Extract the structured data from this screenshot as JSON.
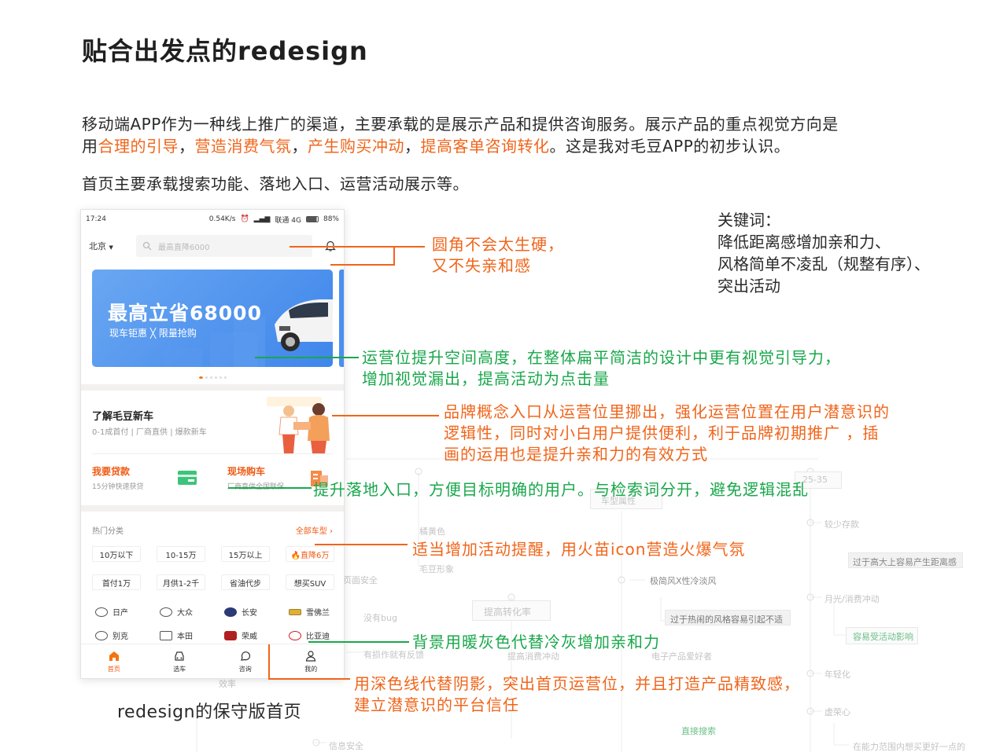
{
  "title": "贴合出发点的redesign",
  "intro": {
    "line1": "移动端APP作为一种线上推广的渠道，主要承载的是展示产品和提供咨询服务。展示产品的重点视觉方向是",
    "prefix": "用",
    "hl1": "合理的引导",
    "sep1": "，",
    "hl2": "营造消费气氛",
    "sep2": "，",
    "hl3": "产生购买冲动",
    "sep3": "，",
    "hl4": "提高客单咨询转化",
    "suffix": "。这是我对毛豆APP的初步认识。"
  },
  "intro2": "首页主要承载搜索功能、落地入口、运营活动展示等。",
  "keywords": {
    "label": "关键词：",
    "line1": "降低距离感增加亲和力、",
    "line2": "风格简单不凌乱（规整有序）、",
    "line3": "突出活动"
  },
  "phone": {
    "time": "17:24",
    "net_speed": "0.54K/s",
    "carrier": "联通 4G",
    "battery": "88%",
    "city": "北京",
    "search_placeholder": "最高直降6000",
    "banner_title": "最高立省68000",
    "banner_sub": "现车钜惠 ╳ 限量抢购",
    "brand_title": "了解毛豆新车",
    "brand_sub": "0-1成首付 | 厂商直供 | 爆款新车",
    "loan_title": "我要贷款",
    "loan_sub": "15分钟快速获贷",
    "buy_title": "现场购车",
    "buy_sub": "厂商直供全国联保",
    "cat_head": "热门分类",
    "cat_all": "全部车型 ›",
    "tags_row1": [
      "10万以下",
      "10-15万",
      "15万以上",
      "🔥直降6万"
    ],
    "tags_row2": [
      "首付1万",
      "月供1-2千",
      "省油代步",
      "想买SUV"
    ],
    "brands_row1": [
      "日产",
      "大众",
      "长安",
      "雪佛兰"
    ],
    "brands_row2": [
      "别克",
      "本田",
      "荣威",
      "比亚迪"
    ],
    "tabs": [
      "首页",
      "选车",
      "咨询",
      "我的"
    ]
  },
  "caption": "redesign的保守版首页",
  "notes": {
    "n1_l1": "圆角不会太生硬，",
    "n1_l2": "又不失亲和感",
    "n2_l1": "运营位提升空间高度，在整体扁平简洁的设计中更有视觉引导力，",
    "n2_l2": "增加视觉漏出，提高活动为点击量",
    "n3_l1": "品牌概念入口从运营位里挪出，强化运营位置在用户潜意识的",
    "n3_l2": "逻辑性，同时对小白用户提供便利，利于品牌初期推广 ，插",
    "n3_l3": "画的运用也是提升亲和力的有效方式",
    "n4": "提升落地入口，方便目标明确的用户。与检索词分开，避免逻辑混乱",
    "n5": "适当增加活动提醒，用火苗icon营造火爆气氛",
    "n6": "背景用暖灰色代替冷灰增加亲和力",
    "n7_l1": "用深色线代替阴影，突出首页运营位，并且打造产品精致感，",
    "n7_l2": "建立潜意识的平台信任"
  },
  "bg_map": [
    "橘黄色",
    "毛豆形象",
    "车型属性",
    "提高转化率",
    "极简风X性冷淡风",
    "过于热闹的风格容易引起不适",
    "较少存款",
    "过于高大上容易产生距离感",
    "月光/消费冲动",
    "容易受活动影响",
    "年轻化",
    "虚荣心",
    "在能力范围内想买更好一点的",
    "页面安全",
    "没有bug",
    "有损作就有反馈",
    "提高消费冲动",
    "电子产品爱好者",
    "直接搜索",
    "信息安全",
    "25-35",
    "效率"
  ],
  "colors": {
    "accent": "#f0651b",
    "green": "#19a74b",
    "banner": "#4b8ef0"
  }
}
